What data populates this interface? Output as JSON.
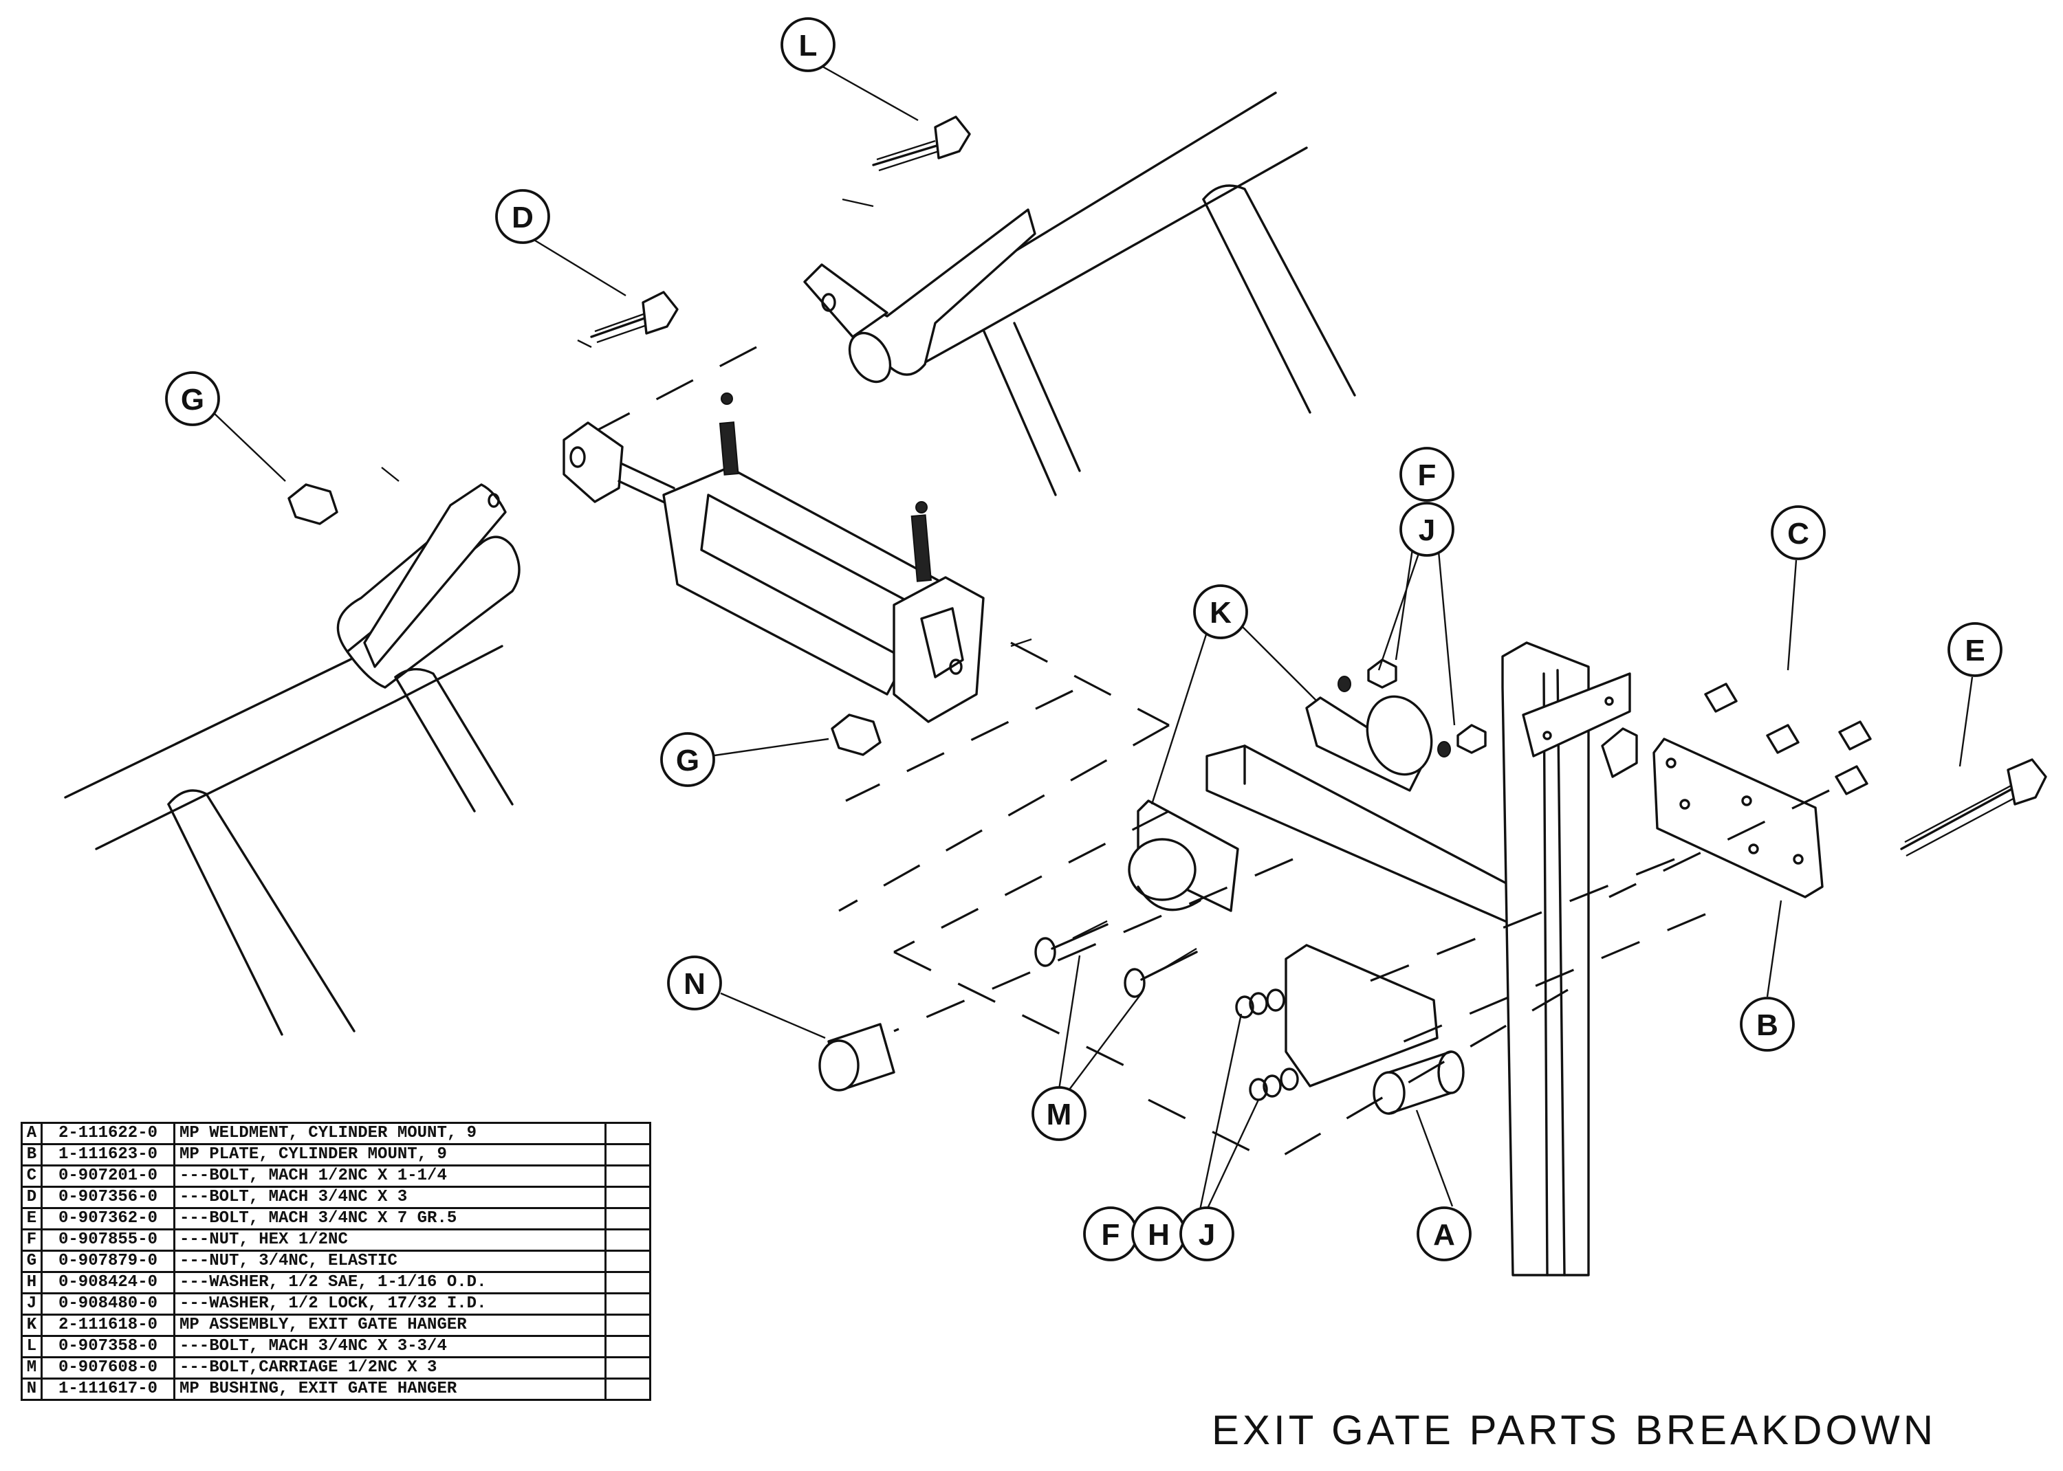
{
  "title": "EXIT GATE PARTS BREAKDOWN",
  "parts": [
    {
      "letter": "A",
      "part_number": "2-111622-0",
      "description": "MP WELDMENT, CYLINDER MOUNT, 9"
    },
    {
      "letter": "B",
      "part_number": "1-111623-0",
      "description": "MP PLATE, CYLINDER MOUNT, 9"
    },
    {
      "letter": "C",
      "part_number": "0-907201-0",
      "description": "---BOLT, MACH 1/2NC X 1-1/4"
    },
    {
      "letter": "D",
      "part_number": "0-907356-0",
      "description": "---BOLT, MACH 3/4NC X 3"
    },
    {
      "letter": "E",
      "part_number": "0-907362-0",
      "description": "---BOLT, MACH 3/4NC X 7 GR.5"
    },
    {
      "letter": "F",
      "part_number": "0-907855-0",
      "description": "---NUT, HEX 1/2NC"
    },
    {
      "letter": "G",
      "part_number": "0-907879-0",
      "description": "---NUT, 3/4NC, ELASTIC"
    },
    {
      "letter": "H",
      "part_number": "0-908424-0",
      "description": "---WASHER, 1/2 SAE, 1-1/16 O.D."
    },
    {
      "letter": "J",
      "part_number": "0-908480-0",
      "description": "---WASHER, 1/2 LOCK, 17/32 I.D."
    },
    {
      "letter": "K",
      "part_number": "2-111618-0",
      "description": "MP ASSEMBLY, EXIT GATE HANGER"
    },
    {
      "letter": "L",
      "part_number": "0-907358-0",
      "description": "---BOLT, MACH 3/4NC X 3-3/4"
    },
    {
      "letter": "M",
      "part_number": "0-907608-0",
      "description": "---BOLT,CARRIAGE 1/2NC X 3"
    },
    {
      "letter": "N",
      "part_number": "1-111617-0",
      "description": "MP BUSHING, EXIT GATE HANGER"
    }
  ],
  "callouts": {
    "L": "L",
    "D": "D",
    "G_top": "G",
    "G_mid": "G",
    "F_top": "F",
    "J_top": "J",
    "K": "K",
    "C": "C",
    "E": "E",
    "N": "N",
    "M": "M",
    "B": "B",
    "F_bot": "F",
    "H_bot": "H",
    "J_bot": "J",
    "A": "A"
  }
}
